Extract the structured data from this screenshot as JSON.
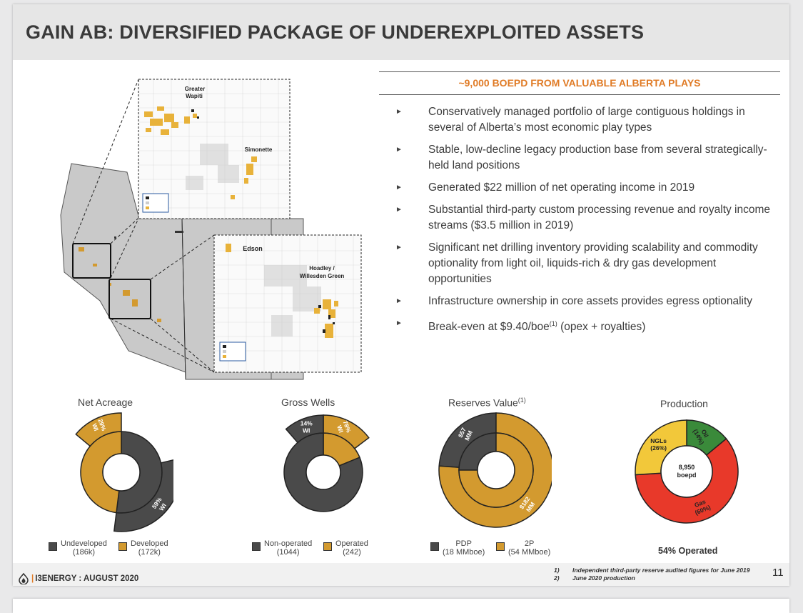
{
  "slide": {
    "title": "GAIN AB: DIVERSIFIED PACKAGE OF UNDEREXPLOITED ASSETS",
    "headline": "~9,000 BOEPD FROM VALUABLE ALBERTA PLAYS",
    "bullets": [
      "Conservatively managed portfolio of large contiguous holdings in several of Alberta’s most economic play types",
      "Stable, low-decline legacy production base from several strategically-held land positions",
      "Generated $22 million of net operating income in 2019",
      "Substantial third-party custom processing revenue and royalty income streams ($3.5 million in 2019)",
      "Significant net drilling inventory providing scalability and commodity optionality from light oil, liquids-rich & dry gas development opportunities",
      "Infrastructure ownership in core assets provides egress optionality"
    ],
    "breakeven": {
      "prefix": "Break-even at $9.40/boe",
      "sup": "(1)",
      "suffix": " (opex + royalties)"
    }
  },
  "map": {
    "labels": {
      "greater_wapiti": [
        "Greater",
        "Wapiti"
      ],
      "simonette": "Simonette",
      "edson": "Edson",
      "hoadley": [
        "Hoadley /",
        "Willesden Green"
      ]
    }
  },
  "charts": {
    "net_acreage": {
      "title": "Net Acreage",
      "legend": [
        {
          "name": "Undeveloped",
          "sub": "(186k)",
          "color": "#4a4a4a"
        },
        {
          "name": "Developed",
          "sub": "(172k)",
          "color": "#d39a2f"
        }
      ]
    },
    "gross_wells": {
      "title": "Gross Wells",
      "legend": [
        {
          "name": "Non-operated",
          "sub": "(1044)",
          "color": "#4a4a4a"
        },
        {
          "name": "Operated",
          "sub": "(242)",
          "color": "#d39a2f"
        }
      ]
    },
    "reserves_value": {
      "title": "Reserves Value",
      "title_sup": "(1)",
      "legend": [
        {
          "name": "PDP",
          "sub": "(18 MMboe)",
          "color": "#4a4a4a"
        },
        {
          "name": "2P",
          "sub": "(54 MMboe)",
          "color": "#d39a2f"
        }
      ]
    },
    "production": {
      "title": "Production",
      "center": [
        "8,950",
        "boepd"
      ],
      "note": "54% Operated"
    }
  },
  "chart_data": [
    {
      "type": "pie",
      "title": "Net Acreage",
      "categories": [
        "Undeveloped",
        "Developed"
      ],
      "values": [
        186,
        172
      ],
      "legend_labels": [
        "(186k)",
        "(172k)"
      ],
      "inner_ring": {
        "values": [
          186,
          172
        ]
      },
      "outer_ring": {
        "values": [
          59,
          29
        ],
        "labels": [
          "59% WI",
          "29% WI"
        ]
      },
      "colors": [
        "#4a4a4a",
        "#d39a2f"
      ]
    },
    {
      "type": "pie",
      "title": "Gross Wells",
      "categories": [
        "Non-operated",
        "Operated"
      ],
      "values": [
        1044,
        242
      ],
      "legend_labels": [
        "(1044)",
        "(242)"
      ],
      "outer_ring": {
        "values": [
          14,
          78
        ],
        "labels": [
          "14% WI",
          "78% WI"
        ]
      },
      "colors": [
        "#4a4a4a",
        "#d39a2f"
      ]
    },
    {
      "type": "pie",
      "title": "Reserves Value",
      "categories": [
        "PDP",
        "2P"
      ],
      "values": [
        57,
        182
      ],
      "labels": [
        "$57 MM",
        "$182 MM"
      ],
      "legend_labels": [
        "(18 MMboe)",
        "(54 MMboe)"
      ],
      "colors": [
        "#4a4a4a",
        "#d39a2f"
      ]
    },
    {
      "type": "pie",
      "title": "Production",
      "categories": [
        "Oil",
        "Gas",
        "NGLs"
      ],
      "values": [
        14,
        60,
        26
      ],
      "labels": [
        "Oil (14%)",
        "Gas (60%)",
        "NGLs (26%)"
      ],
      "colors": [
        "#3a8a3a",
        "#e8392a",
        "#f2c83a"
      ]
    }
  ],
  "footer": {
    "brand": "I3ENERGY : AUGUST 2020",
    "brand_mark": "|",
    "footnotes": [
      {
        "num": "1)",
        "text": "Independent third-party reserve audited figures for June 2019"
      },
      {
        "num": "2)",
        "text": "June 2020 production"
      }
    ],
    "page_number": "11"
  }
}
